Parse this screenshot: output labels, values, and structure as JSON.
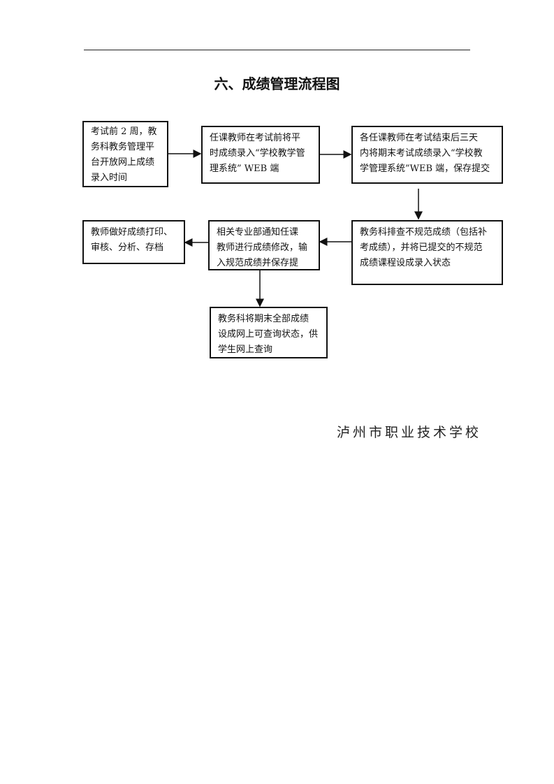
{
  "title": "六、成绩管理流程图",
  "boxes": [
    {
      "lines": [
        "考试前 2 周，教",
        "务科教务管理平",
        "台开放网上成绩",
        "录入时间"
      ]
    },
    {
      "lines": [
        "任课教师在考试前将平",
        "时成绩录入“学校教学管",
        "理系统” WEB 端"
      ]
    },
    {
      "lines": [
        "各任课教师在考试结束后三天",
        "内将期末考试成绩录入“学校教",
        "学管理系统”WEB 端，保存提交"
      ]
    },
    {
      "lines": [
        "教师做好成绩打印、",
        "审核、分析、存档"
      ]
    },
    {
      "lines": [
        "相关专业部通知任课",
        "教师进行成绩修改，输",
        "入规范成绩并保存提"
      ]
    },
    {
      "lines": [
        "教务科排查不规范成绩（包括补",
        "考成绩），并将已提交的不规范",
        "成绩课程设成录入状态"
      ]
    },
    {
      "lines": [
        "教务科将期末全部成绩",
        "设成网上可查询状态，供",
        "学生网上查询"
      ]
    }
  ],
  "footer": "泸州市职业技术学校"
}
